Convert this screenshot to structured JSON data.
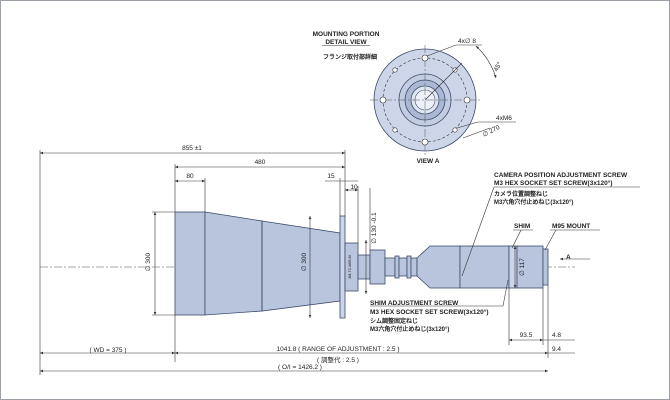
{
  "detail_title_1": "MOUNTING PORTION",
  "detail_title_2": "DETAIL VIEW",
  "detail_title_jp": "フランジ取付部詳細",
  "view_label": "VIEW A",
  "hole_spec": "4x∅ 8",
  "angle_spec": "45°",
  "thread_spec": "4xM6",
  "pcd_spec": "∅ 270",
  "dim_855": "855 ±1",
  "dim_480": "480",
  "dim_80": "80",
  "dim_15": "15",
  "dim_10": "10",
  "dia_130": "∅ 130 -0.1",
  "dia_300_left": "∅ 300",
  "dia_300_mid": "∅ 300",
  "dia_117": "∅ 117",
  "camera_note_1": "CAMERA   POSITION ADJUSTMENT SCREW",
  "camera_note_2": "M3 HEX SOCKET SET SCREW(3x120°)",
  "camera_note_jp1": "カメラ位置調整ねじ",
  "camera_note_jp2": "M3六角穴付止めねじ(3x120°)",
  "shim_label": "SHIM",
  "mount_label": "M95 MOUNT",
  "arrow_a": "A",
  "shim_note_1": "SHIM ADJUSTMENT SCREW",
  "shim_note_2": "M3 HEX SOCKET SET SCREW(3x120°)",
  "shim_note_jp1": "シム調整固定ねじ",
  "shim_note_jp2": "M3六角穴付止めねじ(3x120°)",
  "dim_935": "93.5",
  "dim_48": "4.8",
  "dim_94": "9.4",
  "wd_label": "( WD = 375 )",
  "range_label": "1041.8 ( RANGE OF ADJUSTMENT : 2.5 )",
  "range_label_jp": "( 調整代 : 2.5 )",
  "oi_label": "( O/I = 1426.2 )",
  "small_marking": "3M-TC-M95-M"
}
